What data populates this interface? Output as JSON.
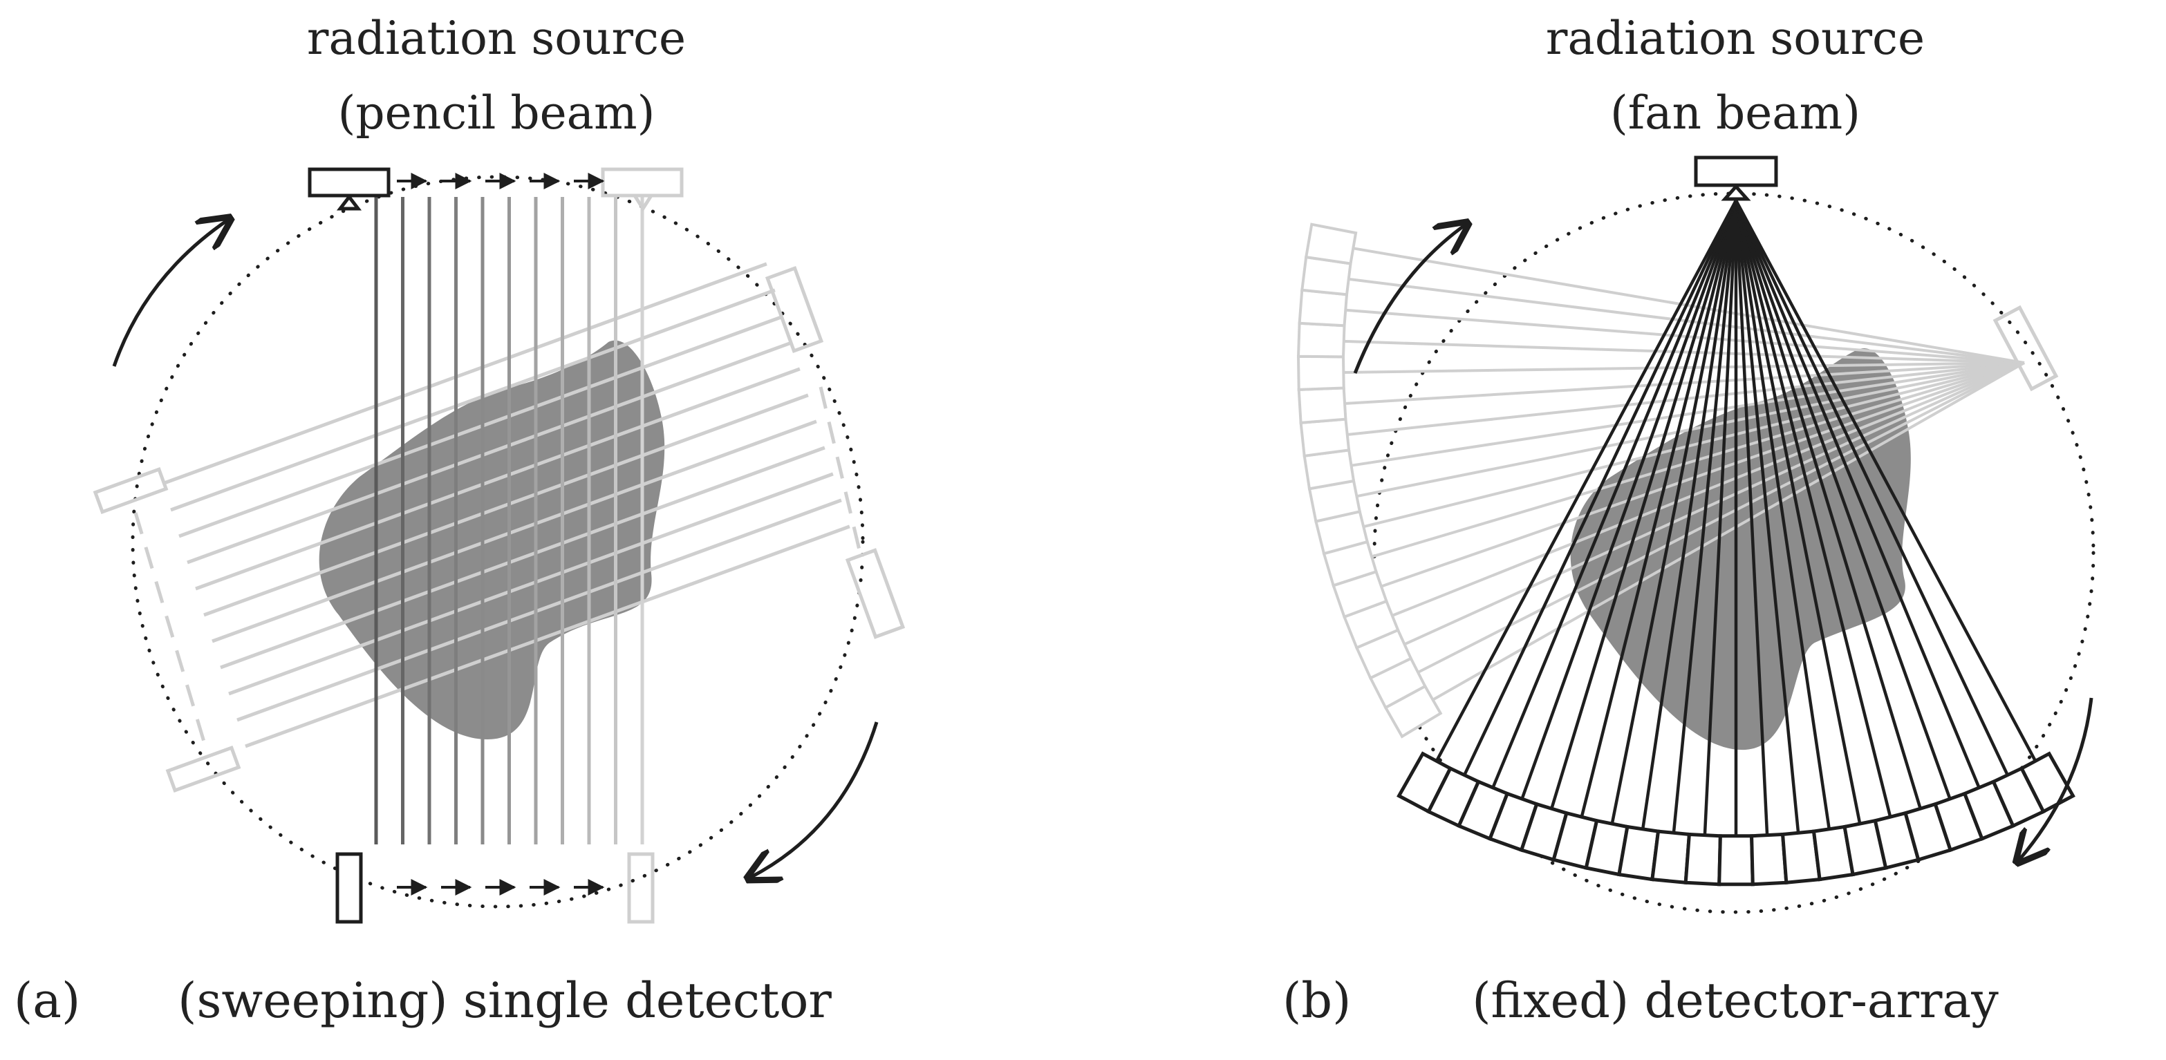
{
  "panels": [
    {
      "letter": "(a)",
      "source_line1": "radiation source",
      "source_line2": "(pencil beam)",
      "detector_label": "(sweeping) single detector"
    },
    {
      "letter": "(b)",
      "source_line1": "radiation source",
      "source_line2": "(fan beam)",
      "detector_label": "(fixed) detector-array"
    }
  ],
  "colors": {
    "ink": "#1e1e1e",
    "faint": "#cfcfcf",
    "object": "#8c8c8c",
    "background": "#ffffff"
  },
  "icons": [
    "radiation-source-icon",
    "detector-icon",
    "rotation-arrow-icon",
    "object-blob-icon"
  ]
}
